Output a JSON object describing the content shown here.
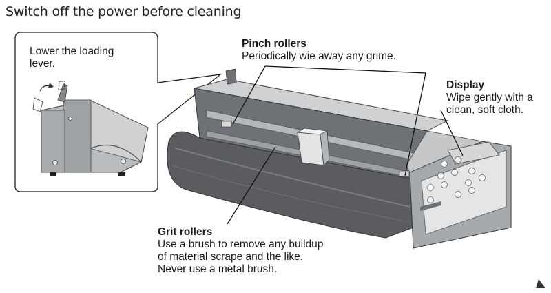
{
  "page": {
    "title": "Switch off the power before cleaning"
  },
  "inset": {
    "instruction": [
      "Lower the loading",
      "lever."
    ]
  },
  "callouts": {
    "pinch_rollers": {
      "heading": "Pinch rollers",
      "lines": [
        "Periodically wie away any grime."
      ]
    },
    "display": {
      "heading": "Display",
      "lines": [
        "Wipe gently with a",
        "clean, soft cloth."
      ]
    },
    "grit_rollers": {
      "heading": "Grit rollers",
      "lines": [
        "Use a brush to remove any buildup",
        "of material scrape and the like.",
        "Never use a metal brush."
      ]
    }
  },
  "colors": {
    "body_dark": "#5a5c5f",
    "body_mid": "#8a8d90",
    "panel_light": "#c9cbcd",
    "key_white": "#f2f2f2"
  }
}
